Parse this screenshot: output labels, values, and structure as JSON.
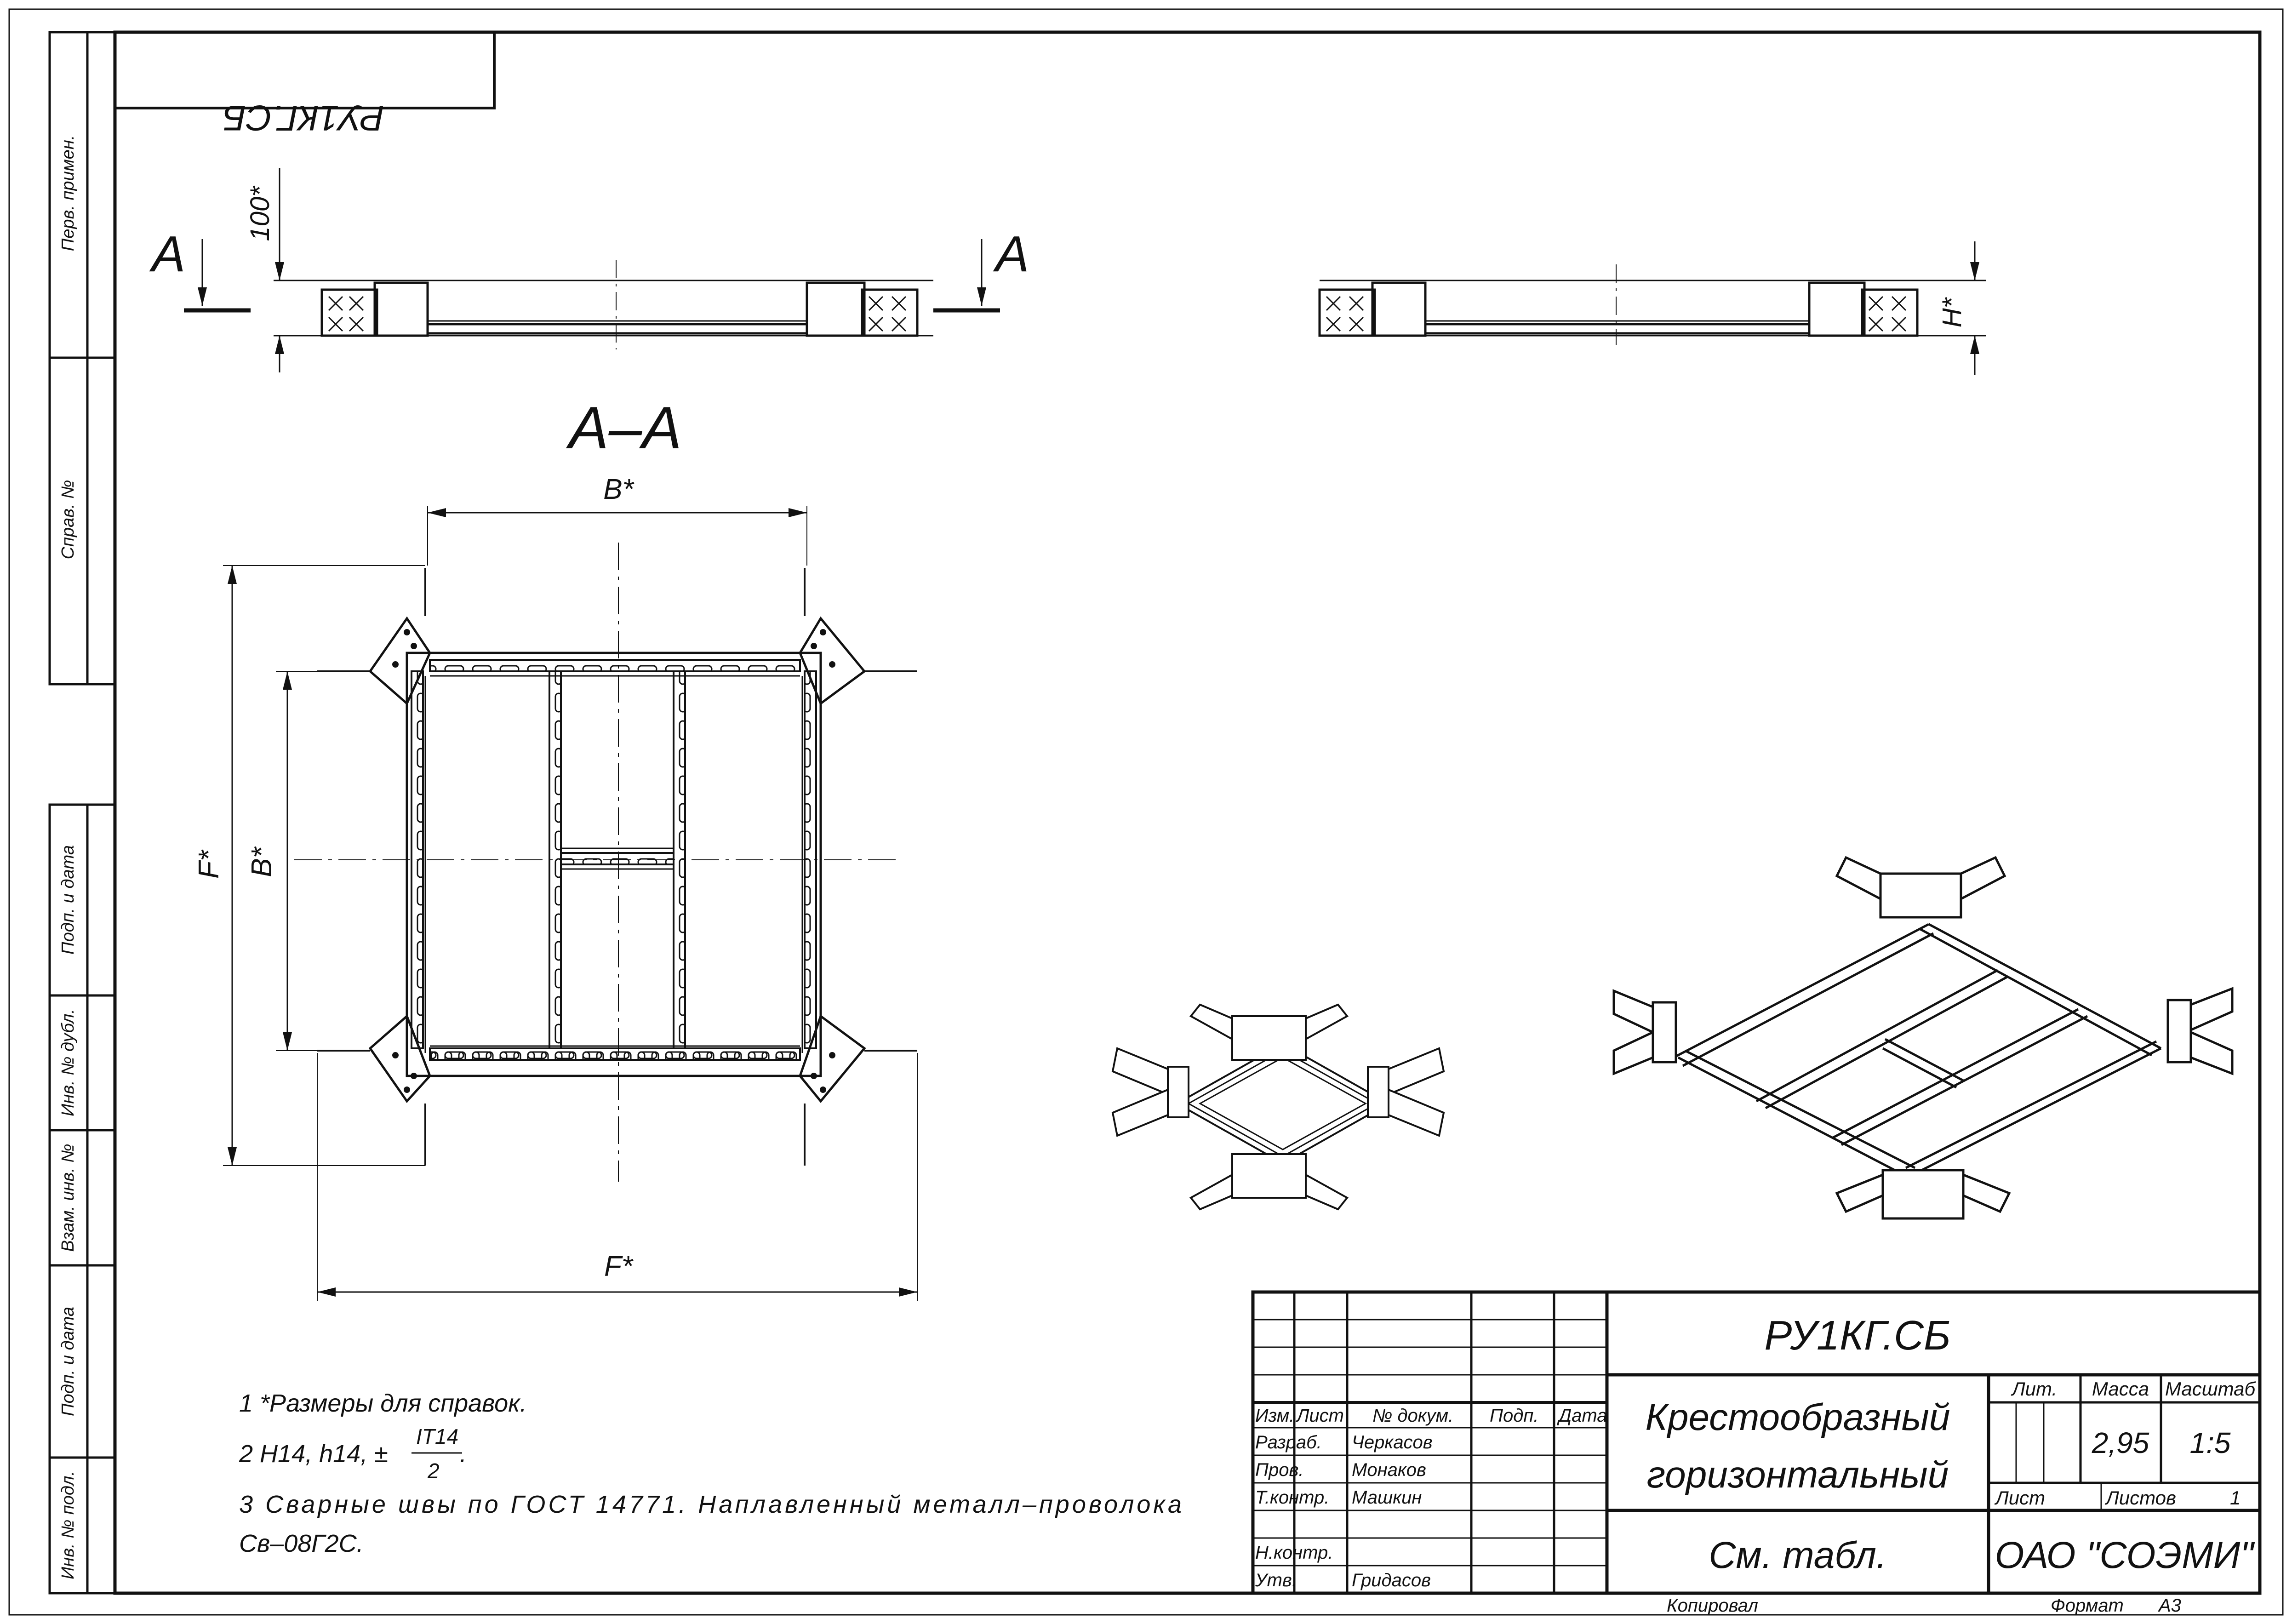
{
  "drawing": {
    "stamp_code": "РУ1КГ.СБ",
    "title_line1": "Крестообразный",
    "title_line2": "горизонтальный",
    "material": "См. табл.",
    "company": "ОАО \"СОЭМИ\"",
    "mass": "2,95",
    "scale": "1:5",
    "sheet_label": "Лист",
    "sheets_label": "Листов",
    "sheets_count": "1",
    "lit_label": "Лит.",
    "mass_label": "Масса",
    "scale_label": "Масштаб",
    "copied_label": "Копировал",
    "format_label": "Формат",
    "format_value": "А3"
  },
  "title_block": {
    "header": {
      "izm": "Изм.",
      "list": "Лист",
      "doc": "№ докум.",
      "sign": "Подп.",
      "date": "Дата"
    },
    "roles": [
      {
        "role": "Разраб.",
        "name": "Черкасов"
      },
      {
        "role": "Пров.",
        "name": "Монаков"
      },
      {
        "role": "Т.контр.",
        "name": "Машкин"
      },
      {
        "role": "",
        "name": ""
      },
      {
        "role": "Н.контр.",
        "name": ""
      },
      {
        "role": "Утв.",
        "name": "Гридасов"
      }
    ]
  },
  "side_strip": {
    "top": [
      "Перв. примен.",
      "Справ. №"
    ],
    "bottom": [
      "Подп. и дата",
      "Инв. № дубл.",
      "Взам. инв. №",
      "Подп. и дата",
      "Инв. № подл."
    ]
  },
  "views": {
    "section_label": "А–А",
    "cut_left": "А",
    "cut_right": "А",
    "dim_height": "100*",
    "dim_h": "Н*",
    "dim_b_top": "В*",
    "dim_b_left": "В*",
    "dim_f_left": "F*",
    "dim_f_bottom": "F*"
  },
  "notes": {
    "n1": "1  *Размеры для справок.",
    "n2_prefix": "2  Н14, h14, ±",
    "n2_num": "IT14",
    "n2_den": "2",
    "n2_suffix": ".",
    "n3_line1": "3  Сварные   швы   по   ГОСТ   14771.   Наплавленный   металл–проволока",
    "n3_line2": "Св–08Г2С."
  }
}
